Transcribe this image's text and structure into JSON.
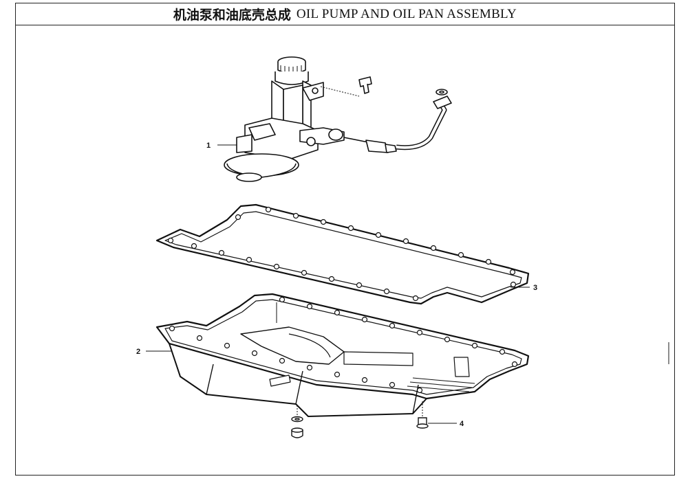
{
  "title": {
    "cn": "机油泵和油底壳总成",
    "en": "OIL PUMP AND OIL PAN ASSEMBLY"
  },
  "callouts": [
    {
      "label": "1"
    },
    {
      "label": "2"
    },
    {
      "label": "3"
    },
    {
      "label": "4"
    }
  ]
}
